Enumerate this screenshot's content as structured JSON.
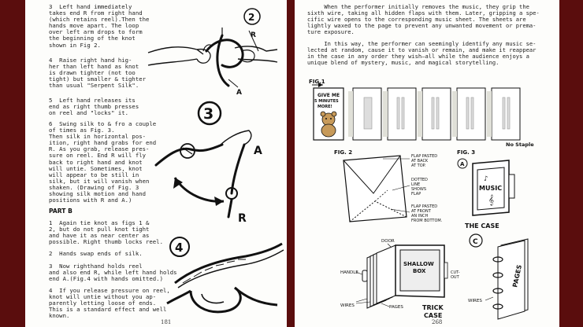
{
  "left_page": {
    "steps": [
      "3  Left hand immediately\ntakes end R from right hand\n(which retains reel).Then the\nhands move apart. The loop\nover left arm drops to form\nthe beginning of the knot\nshown in Fig 2.",
      "4  Raise right hand hig-\nher than left hand as knot\nis drawn tighter (not too\ntight) but smaller & tighter\nthan usual \"Serpent Silk\".",
      "5  Left hand releases its\nend as right thumb presses\non reel and \"locks\" it.",
      "6  Swing silk to & fro a couple\nof times as Fig. 3.\nThen silk in horizontal pos-\nition, right hand grabs for end\nR. As you grab, release pres-\nsure on reel. End R will fly\nback to right hand and knot\nwill untie. Sometimes, knot\nwill appear to be still in\nsilk, but it will vanish when\nshaken. (Drawing of Fig. 3\nshowing silk motion and hand\npositions with R and A.)"
    ],
    "part_b_heading": "PART B",
    "part_b_steps": [
      "1  Again tie knot as figs 1 &\n2, but do not pull knot tight\nand have it as near center as\npossible. Right thumb locks reel.",
      "2  Hands swap ends of silk.",
      "3  Now righthand holds reel\nand also end R, while left hand holds\nend A.(Fig.4 with hands omitted.)",
      "4  If you release pressure on reel,\nknot will untie without you ap-\nparently letting loose of ends.\nThis is a standard effect and well\nknown."
    ],
    "figure_numbers": [
      "2",
      "3",
      "4"
    ],
    "figure_labels": {
      "r": "R",
      "a": "A"
    },
    "page_number": "181"
  },
  "right_page": {
    "paragraphs": [
      "     When the performer initially removes the music, they grip the\nsixth wire, taking all hidden flaps with them. Later, gripping a spe-\ncific wire opens to the corresponding music sheet. The sheets are\nlightly waxed to the page to prevent any unwanted movement or prema-\nture exposure.",
      "     In this way, the performer can seemingly identify any music se-\nlected at random, cause it to vanish or remain, and make it reappear\nin the case in any order they wish—all while the audience enjoys a\nunique blend of mystery, music, and magical storytelling."
    ],
    "fig1": {
      "label": "FIG.1",
      "sign_text": [
        "GIVE ME",
        "5 MINUTES",
        "MORE!"
      ],
      "no_staple": "No Staple"
    },
    "fig2": {
      "label": "FIG. 2",
      "flap_top": [
        "FLAP PASTED",
        "AT BACK",
        "AT TOP."
      ],
      "dotted_line": [
        "DOTTED",
        "LINE",
        "SHOWS",
        "FLAP"
      ],
      "flap_front": [
        "FLAP PASTED",
        "AT FRONT",
        "AN INCH",
        "FROM BOTTOM."
      ]
    },
    "fig3": {
      "label": "FIG. 3",
      "circle_letter": "A",
      "music": "MUSIC",
      "caption": "THE CASE"
    },
    "trick_case": {
      "door": "DOOR",
      "handle": "HANDLE",
      "shallow_box": [
        "SHALLOW",
        "BOX"
      ],
      "cut_out": [
        "CUT-",
        "OUT"
      ],
      "wires": "WIRES",
      "pages": "PAGES",
      "caption": [
        "TRICK",
        "CASE"
      ]
    },
    "fig_c": {
      "circle_letter": "C",
      "pages": "PAGES",
      "wires": "WIRES"
    },
    "page_number": "268"
  }
}
